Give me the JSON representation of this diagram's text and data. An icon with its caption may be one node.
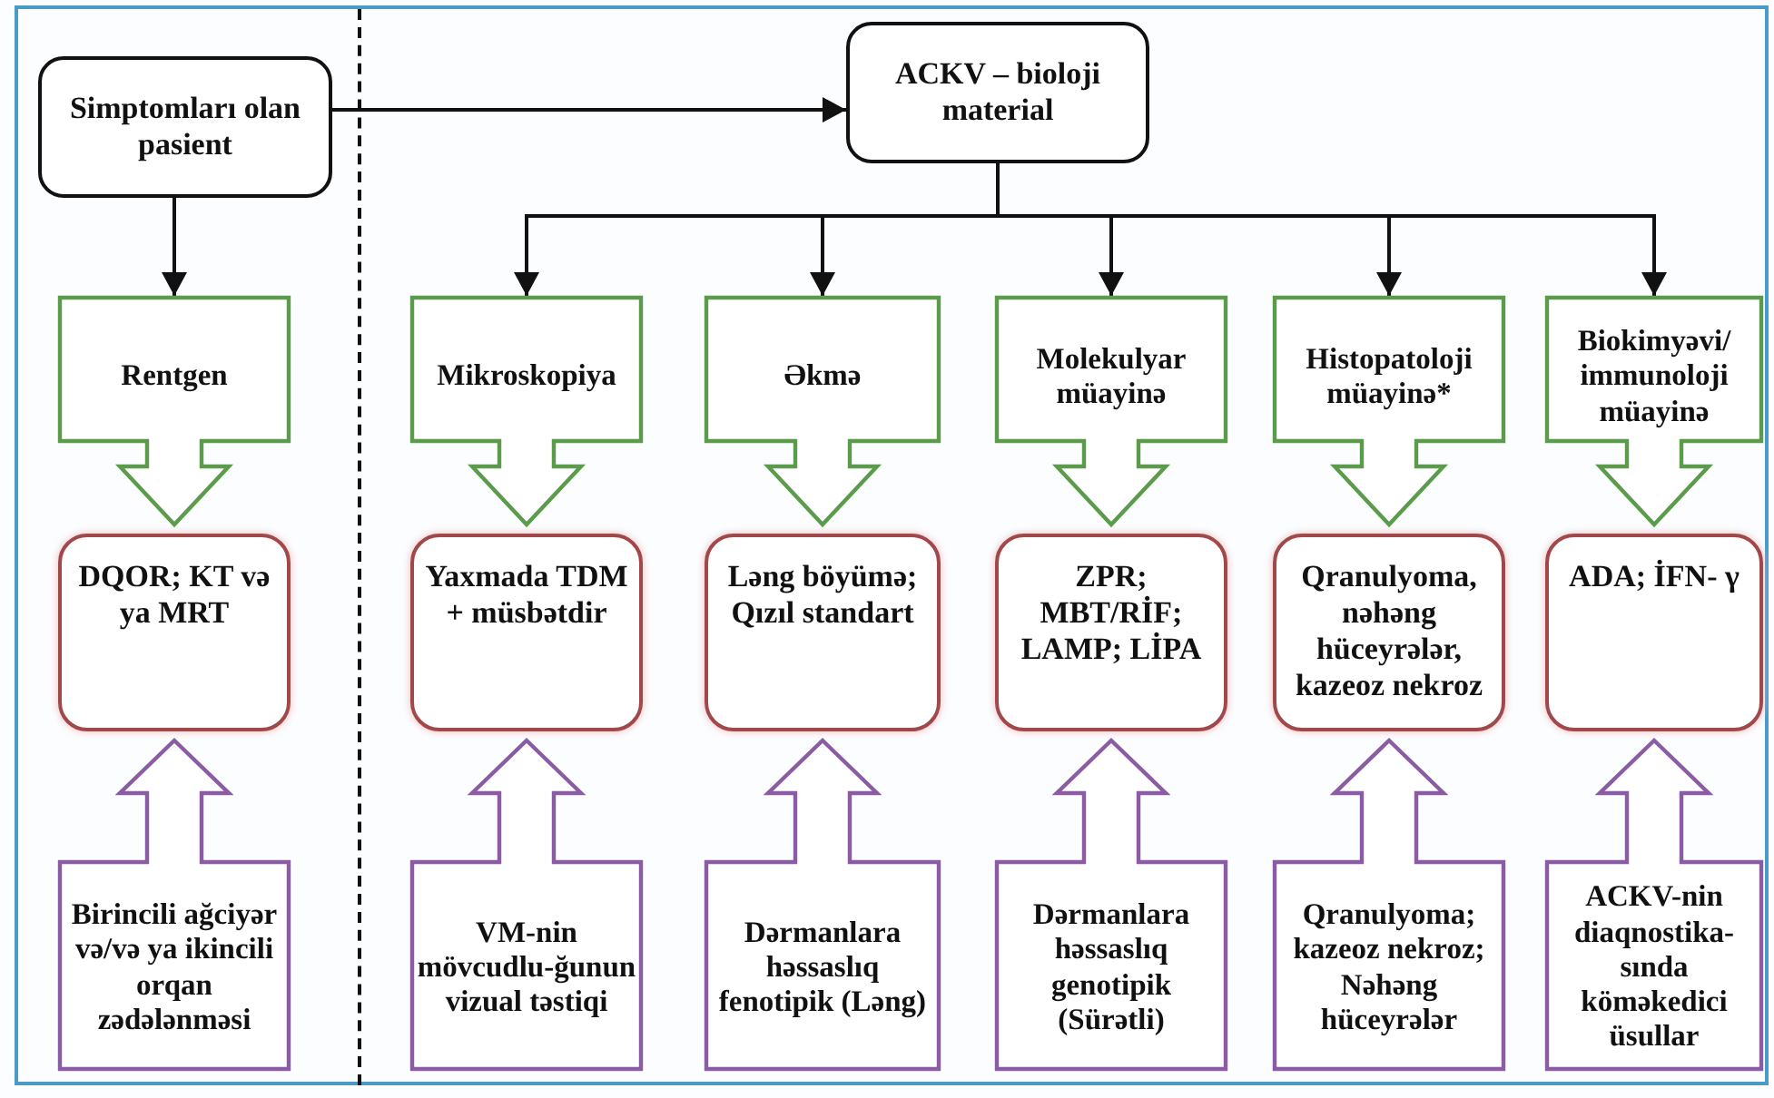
{
  "diagram": {
    "nodes": [
      {
        "text": [
          "Simptomları olan pasient"
        ]
      },
      {
        "text": [
          "ACKV – bioloji material"
        ]
      },
      {
        "text": [
          "Rentgen"
        ]
      },
      {
        "text": [
          "Mikroskopiya"
        ]
      },
      {
        "text": [
          "Əkmə"
        ]
      },
      {
        "text": [
          "Molekulyar müayinə"
        ]
      },
      {
        "text": [
          "Histopatoloji müayinə*"
        ]
      },
      {
        "text": [
          "Biokimyəvi/ immunoloji müayinə"
        ]
      },
      {
        "text": [
          "DQOR; KT və ya MRT"
        ]
      },
      {
        "text": [
          "Yaxmada TDM + müsbətdir"
        ]
      },
      {
        "text": [
          "Ləng böyümə; Qızıl standart"
        ]
      },
      {
        "text": [
          "ZPR; MBT/RİF; LAMP; LİPA"
        ]
      },
      {
        "text": [
          "Qranulyoma, nəhəng hüceyrələr, kazeoz nekroz"
        ]
      },
      {
        "text": [
          "ADA; İFN- γ"
        ]
      },
      {
        "text": [
          "Birincili ağciyər və/və ya ikincili orqan zədələnməsi"
        ]
      },
      {
        "text": [
          "VM-nin mövcudlu-ğunun vizual təstiqi"
        ]
      },
      {
        "text": [
          "Dərmanlara həssaslıq fenotipik (Ləng)"
        ]
      },
      {
        "text": [
          "Dərmanlara həssaslıq genotipik (Sürətli)"
        ]
      },
      {
        "text": [
          "Qranulyoma; kazeoz nekroz; Nəhəng hüceyrələr"
        ]
      },
      {
        "text": [
          "ACKV-nin diaqnostika-sında köməkedici üsullar"
        ]
      }
    ],
    "edges": [
      {
        "from": 0,
        "to": 1,
        "arrow": "to"
      },
      {
        "from": 0,
        "to": 2,
        "arrow": "to"
      },
      {
        "from": 1,
        "to": 3,
        "arrow": "to"
      },
      {
        "from": 1,
        "to": 4,
        "arrow": "to"
      },
      {
        "from": 1,
        "to": 5,
        "arrow": "to"
      },
      {
        "from": 1,
        "to": 6,
        "arrow": "to"
      },
      {
        "from": 1,
        "to": 7,
        "arrow": "to"
      }
    ]
  }
}
